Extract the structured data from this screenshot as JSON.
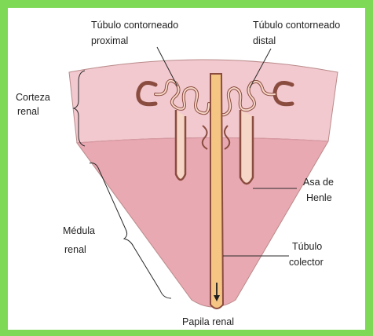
{
  "labels": {
    "tubulo_proximal": [
      "Túbulo contorneado",
      "proximal"
    ],
    "tubulo_distal": [
      "Túbulo contorneado",
      "distal"
    ],
    "corteza": [
      "Corteza",
      "renal"
    ],
    "medula": [
      "Médula",
      "renal"
    ],
    "asa_henle": [
      "Asa de",
      "Henle"
    ],
    "tubulo_colector": [
      "Túbulo",
      "colector"
    ],
    "papila": "Papila renal"
  },
  "colors": {
    "background": "#7ed957",
    "cortex": "#f2c9cf",
    "medulla": "#e9a9b2",
    "outline": "#8a4c3f",
    "tubule_fill": "#f6d6c7",
    "collecting_duct": "#f5c583"
  }
}
